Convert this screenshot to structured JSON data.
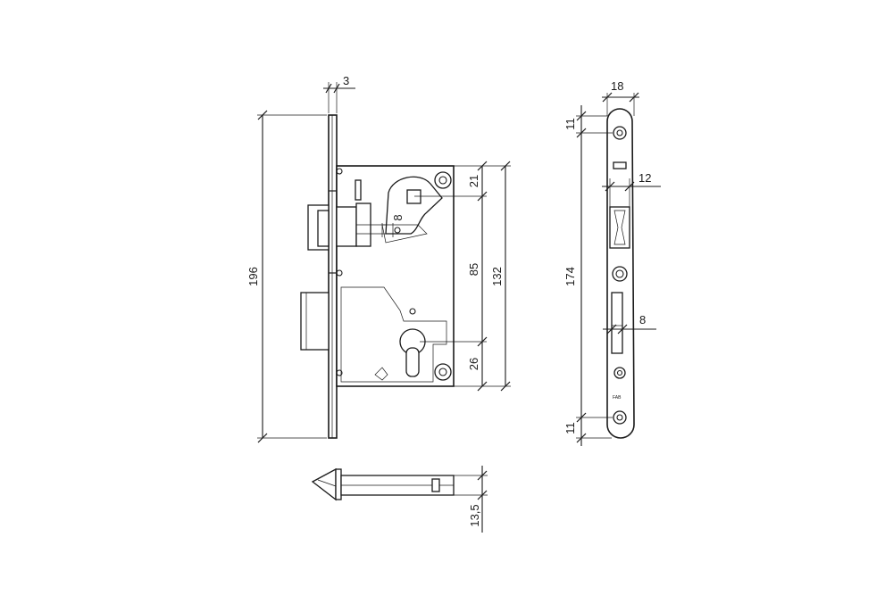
{
  "dimensions": {
    "faceplate_thickness": "3",
    "total_height": "196",
    "top_offset": "21",
    "center_distance": "85",
    "case_height": "132",
    "bottom_offset": "26",
    "spindle": "8",
    "strike_width": "18",
    "strike_top": "11",
    "strike_bottom": "11",
    "strike_height": "174",
    "latch_opening": "12",
    "bolt_opening": "8",
    "latch_depth": "13,5"
  }
}
